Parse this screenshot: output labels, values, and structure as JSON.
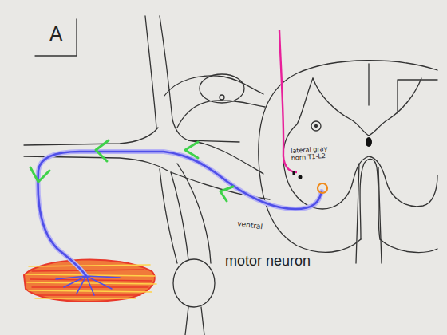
{
  "diagram": {
    "labels": [
      "A",
      "lateral gray horn T1-L2",
      "ventral",
      "motor neuron"
    ]
  }
}
